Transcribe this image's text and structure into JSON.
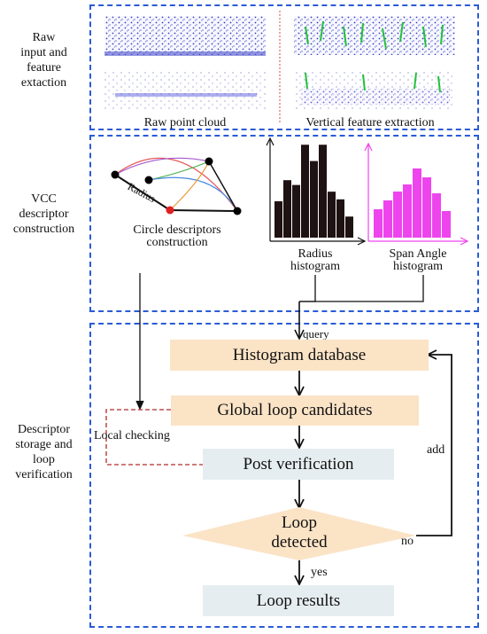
{
  "sections": {
    "raw": "Raw\ninput and\nfeature\nextaction",
    "vcc": "VCC\ndescriptor\nconstruction",
    "storage": "Descriptor\nstorage and\nloop\nverification"
  },
  "raw_panel": {
    "left_caption": "Raw point cloud",
    "right_caption": "Vertical feature extraction"
  },
  "vcc_panel": {
    "radius_label": "Radius",
    "circle_caption": "Circle descriptors\nconstruction",
    "radius_hist_caption": "Radius\nhistogram",
    "span_hist_caption": "Span Angle\nhistogram",
    "radius_hist_values": [
      0.38,
      0.6,
      0.55,
      0.97,
      0.8,
      0.97,
      0.48,
      0.4,
      0.22
    ],
    "span_hist_values": [
      0.32,
      0.42,
      0.52,
      0.6,
      0.78,
      0.68,
      0.5,
      0.3
    ]
  },
  "flow": {
    "query_label": "query",
    "histogram_db": "Histogram database",
    "global_candidates": "Global loop candidates",
    "post_verification": "Post verification",
    "loop_detected": "Loop\ndetected",
    "loop_results": "Loop results",
    "local_checking": "Local checking",
    "add_label": "add",
    "no_label": "no",
    "yes_label": "yes"
  },
  "colors": {
    "dashed_border": "#2a5bd7",
    "peach": "#fbe3c6",
    "grey_box": "#e6edf1",
    "radius_bar": "#1f1212",
    "span_bar": "#ee44ee",
    "local_check_line": "#b02a2a"
  }
}
